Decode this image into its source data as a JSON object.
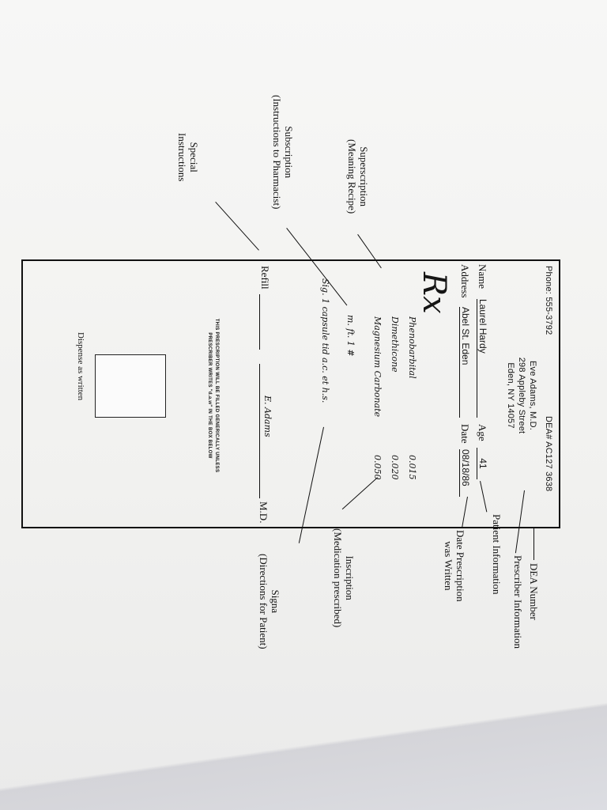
{
  "prescription": {
    "header": {
      "phone": "Phone: 555-3792",
      "dea": "DEA# AC127 3638",
      "prescriber_name": "Eve Adams, M.D.",
      "prescriber_street": "298 Appleby Street",
      "prescriber_city": "Eden, NY 14057"
    },
    "patient": {
      "name_label": "Name",
      "name_value": "Laurel Hardy",
      "age_label": "Age",
      "age_value": "41",
      "address_label": "Address",
      "address_value": "Abel St. Eden",
      "date_label": "Date",
      "date_value": "08/18/86"
    },
    "rx_symbol": "Rx",
    "medications": [
      {
        "name": "Phenobarbital",
        "amount": "0.015"
      },
      {
        "name": "Dimethicone",
        "amount": "0.020"
      },
      {
        "name": "Magnesium Carbonate",
        "amount": "0.050"
      }
    ],
    "subscription": "m. ft. 1 #",
    "signa": "Sig. 1 capsule tid a.c. et h.s.",
    "refill_label": "Refill",
    "signature": "E. Adams",
    "md_label": "M.D.",
    "disclaimer_line1": "THIS PRESCRIPTION WILL BE FILLED GENERICALLY UNLESS",
    "disclaimer_line2": "PRESCRIBER WRITES \"d.a.w\" IN THE BOX BELOW",
    "dispense_label": "Dispense as written"
  },
  "annotations": {
    "dea_number": "DEA Number",
    "prescriber_information": "Prescriber Information",
    "patient_information": "Patient Information",
    "date_written_line1": "Date Prescription",
    "date_written_line2": "was Written",
    "inscription_line1": "Inscription",
    "inscription_line2": "(Medication prescribed)",
    "signa_line1": "Signa",
    "signa_line2": "(Directions for Patient)",
    "superscription_line1": "Superscription",
    "superscription_line2": "(Meaning Recipe)",
    "subscription_line1": "Subscription",
    "subscription_line2": "(Instructions to Pharmacist)",
    "special_line1": "Special",
    "special_line2": "Instructions"
  }
}
